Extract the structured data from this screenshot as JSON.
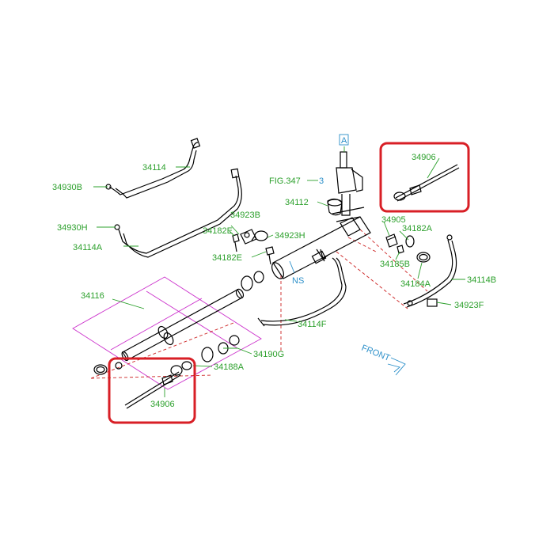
{
  "colors": {
    "part_number": "#2ca02c",
    "nonstandard": "#2b8fc9",
    "leader": "#2ca02c",
    "group_box": "#cc33cc",
    "exploded_line": "#cc2222",
    "highlight_box": "#d81f26",
    "front_arrow": "#2b8fc9",
    "drawing": "#000000"
  },
  "labels": {
    "p34114": "34114",
    "p34930b": "34930B",
    "p34930h": "34930H",
    "p34114a": "34114A",
    "p34923b": "34923B",
    "p34182e_top": "34182E",
    "p34923h": "34923H",
    "p34182e_bottom": "34182E",
    "p34112": "34112",
    "fig_ref": "FIG.347",
    "fig_ref_dash": "3",
    "ref_a": "A",
    "p34906_top": "34906",
    "p34905": "34905",
    "p34182a": "34182A",
    "p34185b": "34185B",
    "p34184a": "34184A",
    "p34114b": "34114B",
    "p34923f": "34923F",
    "ns": "NS",
    "p34116": "34116",
    "p34114f": "34114F",
    "p34190g": "34190G",
    "p34188a": "34188A",
    "p34906_bottom": "34906",
    "front": "FRONT"
  },
  "icons": {
    "front_direction": "double-chevron-arrow-icon"
  }
}
